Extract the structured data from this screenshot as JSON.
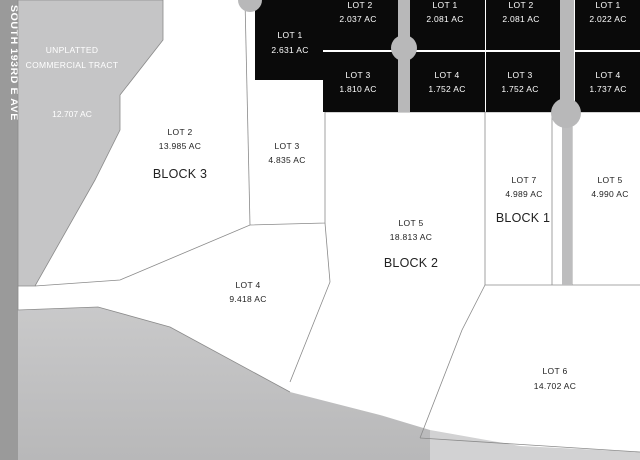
{
  "colors": {
    "background": "#ffffff",
    "parcel_outline": "#8a8a8a",
    "unplatted_fill": "#c5c5c6",
    "road_fill": "#c0c0c1",
    "sold_lot_fill": "#0a0a0a",
    "street_strip": "#999999",
    "label_dark": "#222222",
    "label_light": "#ffffff"
  },
  "street": {
    "name": "SOUTH 193RD E AVE"
  },
  "unplatted": {
    "title_line1": "UNPLATTED",
    "title_line2": "COMMERCIAL TRACT",
    "area": "12.707 AC"
  },
  "blocks": {
    "block1": "BLOCK 1",
    "block2": "BLOCK 2",
    "block3": "BLOCK 3"
  },
  "lots": {
    "b3_lot1": {
      "name": "LOT 1",
      "area": "2.631 AC"
    },
    "b3_lot2": {
      "name": "LOT 2",
      "area": "13.985  AC"
    },
    "b3_lot3": {
      "name": "LOT 3",
      "area": "4.835  AC"
    },
    "b3_lot4": {
      "name": "LOT 4",
      "area": "9.418  AC"
    },
    "top_a_lot2": {
      "name": "LOT 2",
      "area": "2.037  AC"
    },
    "top_a_lot1": {
      "name": "LOT 1",
      "area": "2.081  AC"
    },
    "top_a_lot3": {
      "name": "LOT 3",
      "area": "1.810  AC"
    },
    "top_a_lot4": {
      "name": "LOT 4",
      "area": "1.752  AC"
    },
    "top_b_lot2": {
      "name": "LOT 2",
      "area": "2.081  AC"
    },
    "top_b_lot1": {
      "name": "LOT 1",
      "area": "2.022  AC"
    },
    "top_b_lot3": {
      "name": "LOT 3",
      "area": "1.752  AC"
    },
    "top_b_lot4": {
      "name": "LOT 4",
      "area": "1.737  AC"
    },
    "b2_lot5": {
      "name": "LOT 5",
      "area": "18.813  AC"
    },
    "b1_lot7": {
      "name": "LOT 7",
      "area": "4.989  AC"
    },
    "b1_lot5": {
      "name": "LOT 5",
      "area": "4.990  AC"
    },
    "b1_lot6": {
      "name": "LOT 6",
      "area": "14.702  AC"
    }
  }
}
